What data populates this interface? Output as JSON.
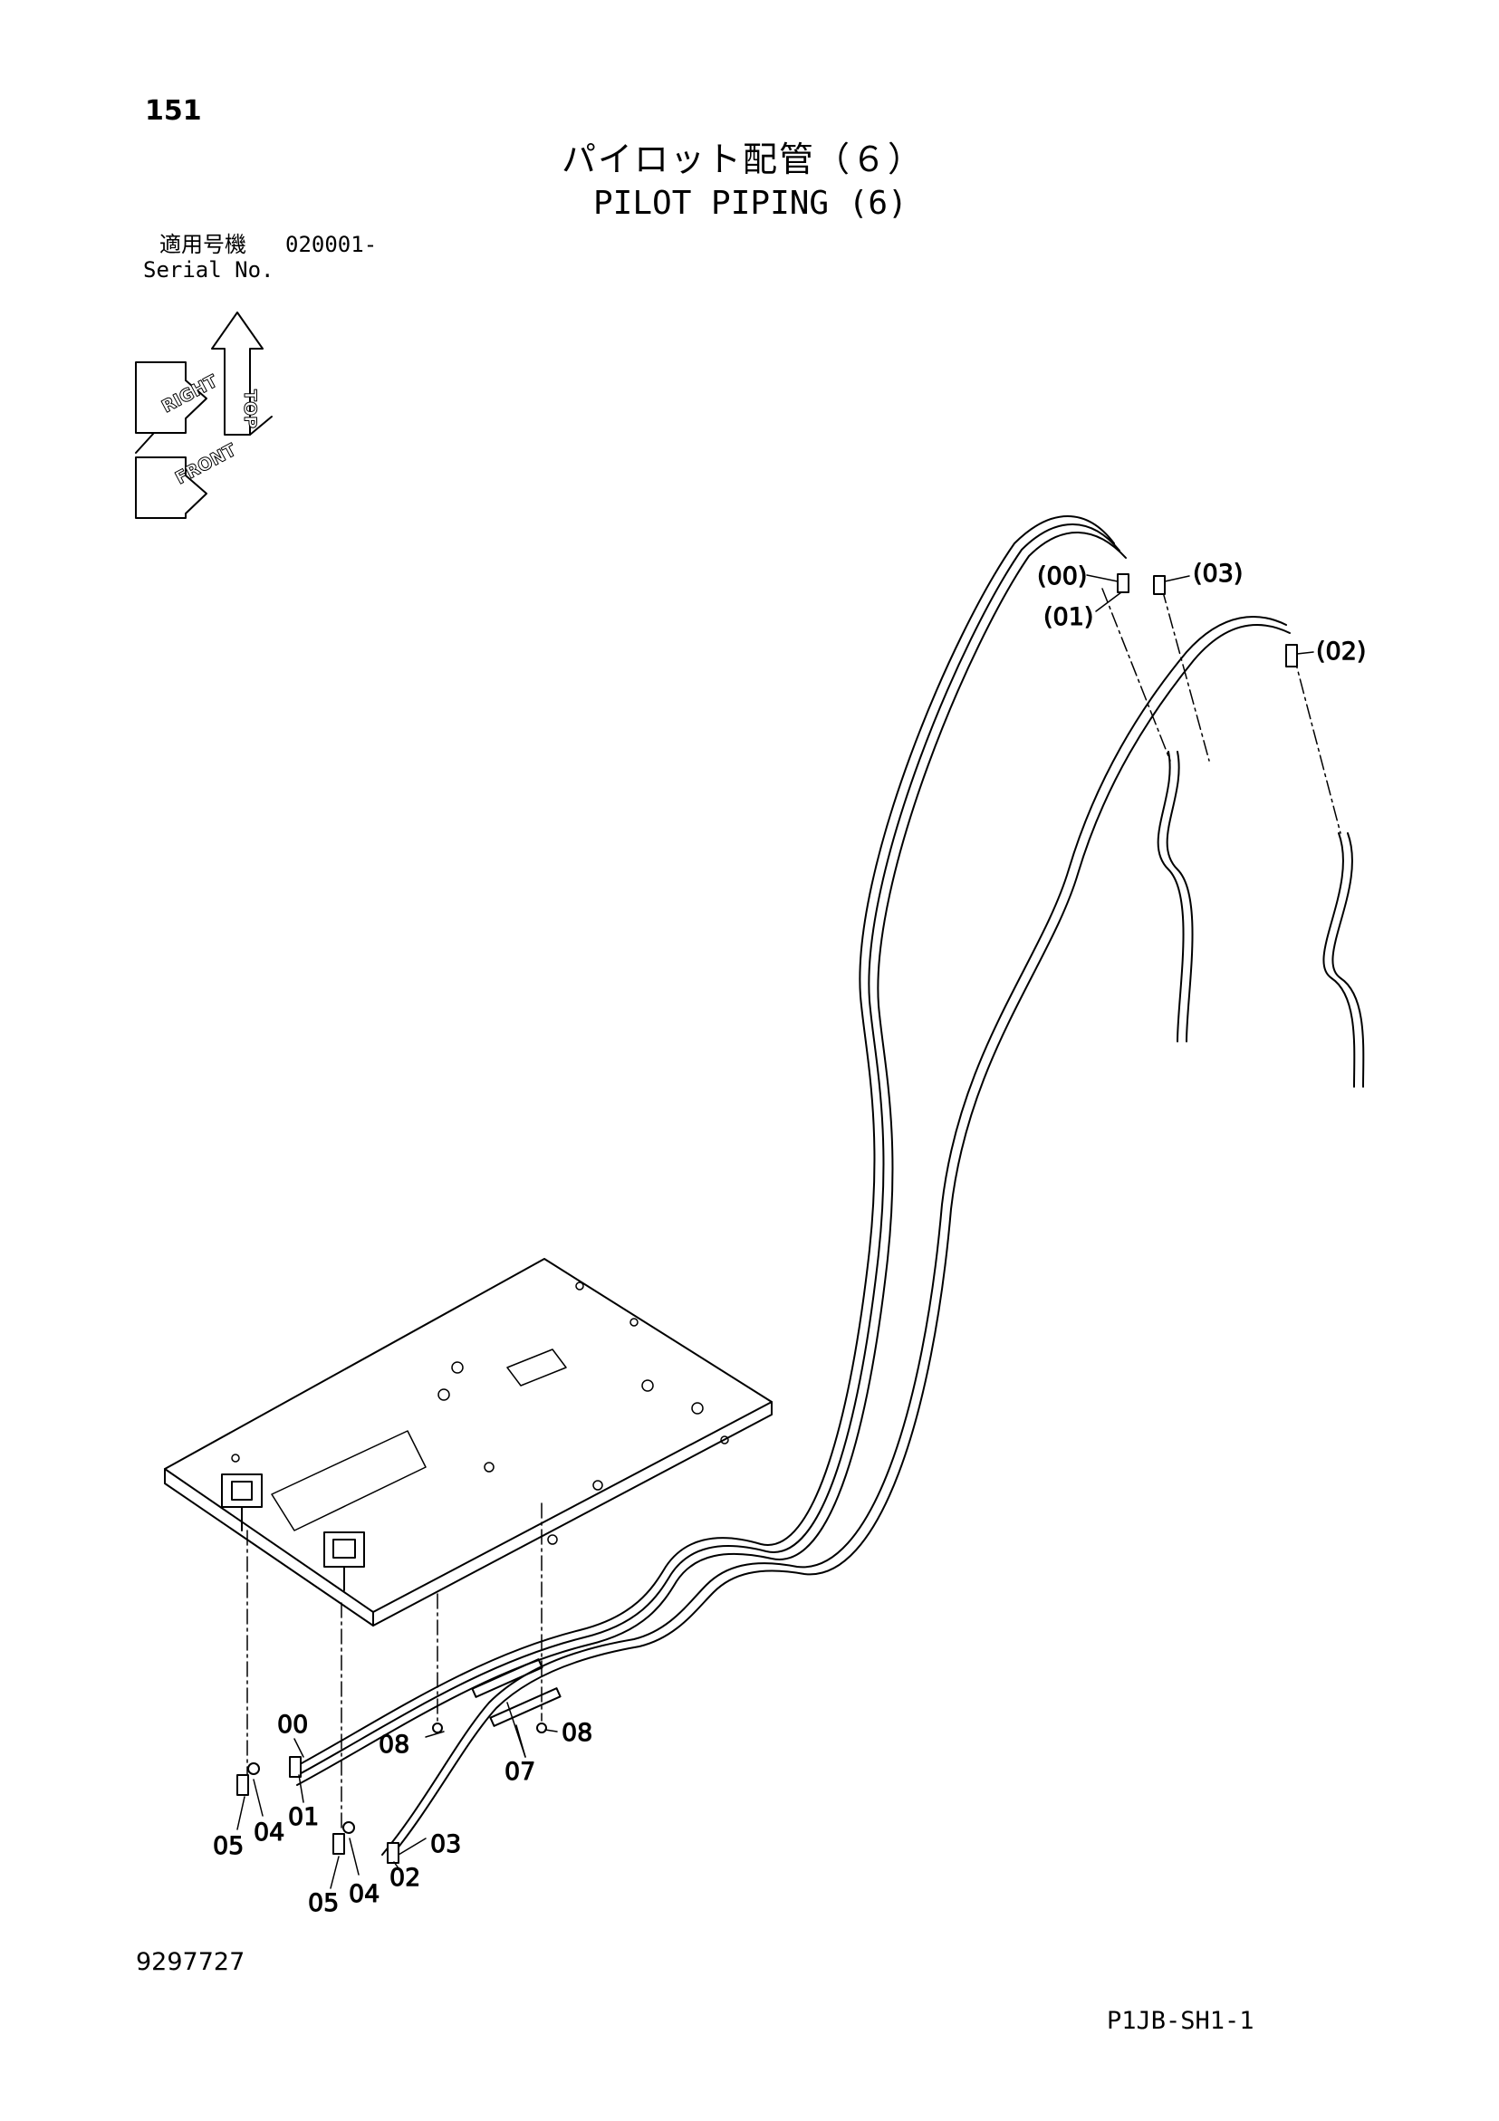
{
  "header": {
    "page_number": "151",
    "title_jp": "パイロット配管（６）",
    "title_en": "PILOT PIPING (6)",
    "serial_label_jp": "適用号機",
    "serial_value": "020001-",
    "serial_label_en": "Serial No."
  },
  "orientation": {
    "top": "TOP",
    "right": "RIGHT",
    "front": "FRONT"
  },
  "callouts": {
    "p00_upper": "(00)",
    "p01_upper": "(01)",
    "p02_upper": "(02)",
    "p03_upper": "(03)",
    "p00": "00",
    "p01": "01",
    "p02": "02",
    "p03": "03",
    "p04a": "04",
    "p04b": "04",
    "p05a": "05",
    "p05b": "05",
    "p07": "07",
    "p08a": "08",
    "p08b": "08"
  },
  "footer": {
    "drawing_number": "9297727",
    "page_code": "P1JB-SH1-1"
  }
}
